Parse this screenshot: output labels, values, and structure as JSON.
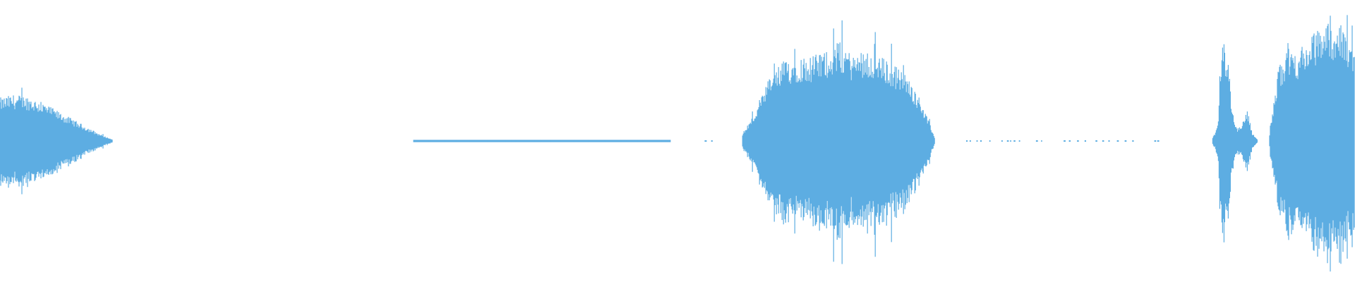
{
  "waveform": {
    "color": "#5dade2",
    "background": "#ffffff",
    "segments": [
      {
        "kind": "burst",
        "start": 0.0,
        "end": 0.083,
        "envelope": [
          0.28,
          0.3,
          0.29,
          0.25,
          0.2,
          0.15,
          0.1,
          0.05,
          0.01
        ]
      },
      {
        "kind": "hum",
        "start": 0.305,
        "end": 0.495,
        "level": 0.008
      },
      {
        "kind": "dots",
        "start": 0.52,
        "end": 0.53
      },
      {
        "kind": "burst",
        "start": 0.548,
        "end": 0.69,
        "envelope": [
          0.05,
          0.2,
          0.42,
          0.52,
          0.55,
          0.55,
          0.58,
          0.65,
          0.56,
          0.6,
          0.55,
          0.5,
          0.42,
          0.26,
          0.02
        ]
      },
      {
        "kind": "dots",
        "start": 0.713,
        "end": 0.857
      },
      {
        "kind": "spike",
        "start": 0.895,
        "end": 0.928,
        "envelope": [
          0.02,
          0.1,
          0.68,
          0.55,
          0.18,
          0.08,
          0.12,
          0.2,
          0.05,
          0.01
        ]
      },
      {
        "kind": "burst",
        "start": 0.937,
        "end": 1.0,
        "envelope": [
          0.05,
          0.5,
          0.6,
          0.58,
          0.65,
          0.72,
          0.78,
          0.75,
          0.7,
          0.6
        ]
      }
    ]
  }
}
